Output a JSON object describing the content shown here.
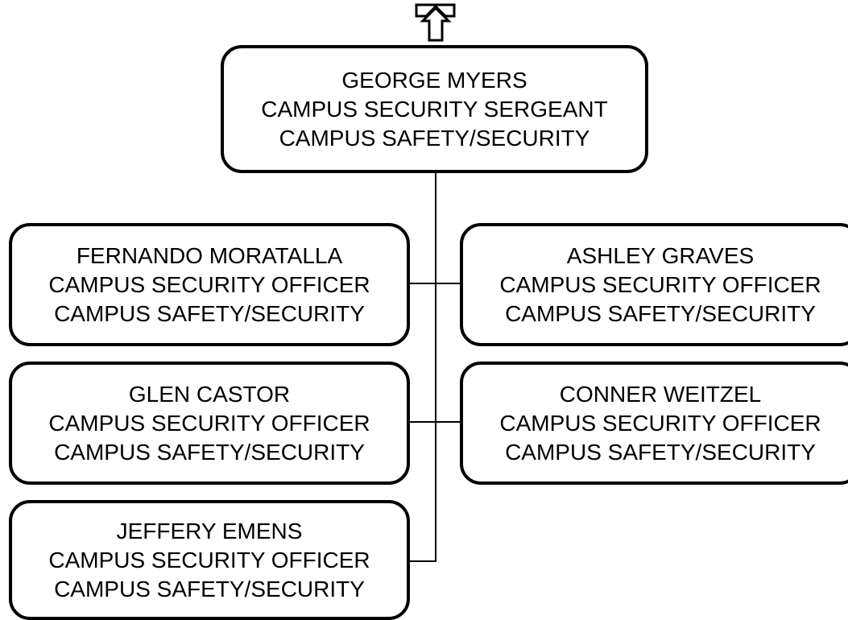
{
  "chart": {
    "up_icon": "up-arrow-icon",
    "head": {
      "name": "GEORGE MYERS",
      "title": "CAMPUS SECURITY SERGEANT",
      "department": "CAMPUS SAFETY/SECURITY"
    },
    "reports": [
      {
        "name": "FERNANDO MORATALLA",
        "title": "CAMPUS SECURITY OFFICER",
        "department": "CAMPUS SAFETY/SECURITY"
      },
      {
        "name": "ASHLEY GRAVES",
        "title": "CAMPUS SECURITY OFFICER",
        "department": "CAMPUS SAFETY/SECURITY"
      },
      {
        "name": "GLEN CASTOR",
        "title": "CAMPUS SECURITY OFFICER",
        "department": "CAMPUS SAFETY/SECURITY"
      },
      {
        "name": "CONNER WEITZEL",
        "title": "CAMPUS SECURITY OFFICER",
        "department": "CAMPUS SAFETY/SECURITY"
      },
      {
        "name": "JEFFERY EMENS",
        "title": "CAMPUS SECURITY OFFICER",
        "department": "CAMPUS SAFETY/SECURITY"
      }
    ]
  }
}
